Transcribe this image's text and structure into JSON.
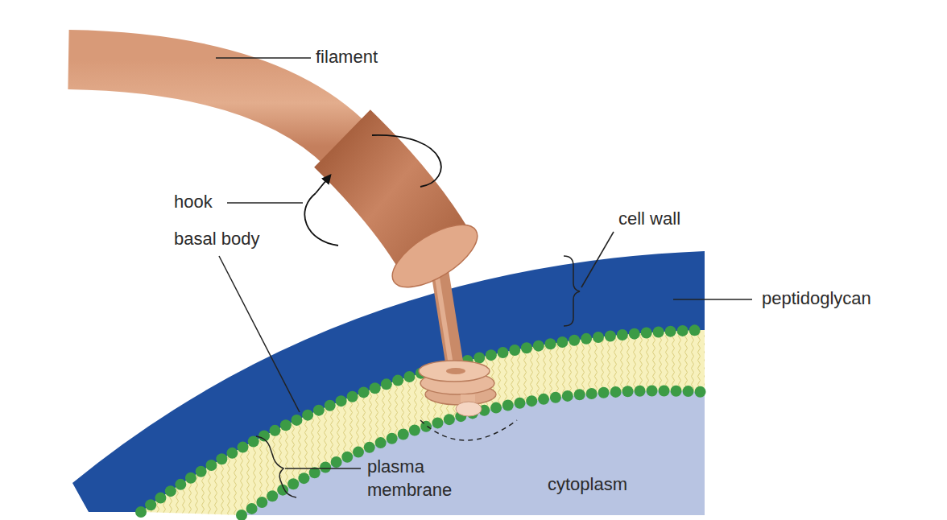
{
  "diagram": {
    "labels": [
      "filament",
      "hook",
      "basal body",
      "cell wall",
      "peptidoglycan",
      "plasma membrane",
      "cytoplasm"
    ]
  }
}
